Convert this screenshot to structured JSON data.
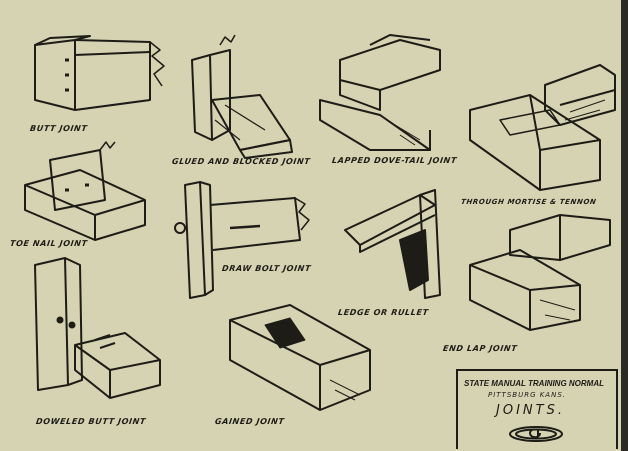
{
  "labels": {
    "butt": "BUTT JOINT",
    "glued": "GLUED AND BLOCKED JOINT",
    "dovetail": "LAPPED DOVE-TAIL JOINT",
    "mortise": "THROUGH MORTISE & TENNON",
    "toenail": "TOE NAIL JOINT",
    "drawbolt": "DRAW BOLT JOINT",
    "ledge": "LEDGE OR RULLET",
    "endlap": "END LAP JOINT",
    "doweled": "DOWELED BUTT JOINT",
    "gained": "GAINED JOINT"
  },
  "title_block": {
    "school": "STATE MANUAL TRAINING NORMAL",
    "location": "PITTSBURG KANS.",
    "title": "JOINTS."
  },
  "colors": {
    "paper": "#d5d3b2",
    "ink": "#1e1c16"
  }
}
